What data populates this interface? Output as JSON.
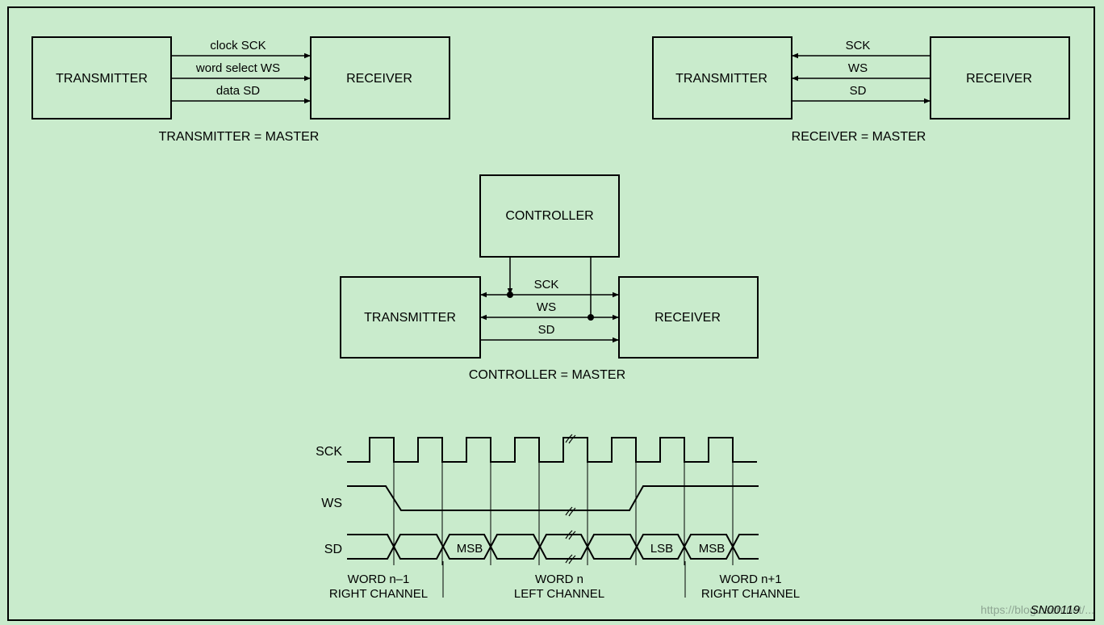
{
  "diagram_a": {
    "transmitter": "TRANSMITTER",
    "receiver": "RECEIVER",
    "signals": [
      "clock SCK",
      "word select WS",
      "data SD"
    ],
    "caption": "TRANSMITTER = MASTER"
  },
  "diagram_b": {
    "transmitter": "TRANSMITTER",
    "receiver": "RECEIVER",
    "signals": [
      "SCK",
      "WS",
      "SD"
    ],
    "caption": "RECEIVER = MASTER"
  },
  "diagram_c": {
    "controller": "CONTROLLER",
    "transmitter": "TRANSMITTER",
    "receiver": "RECEIVER",
    "signals": [
      "SCK",
      "WS",
      "SD"
    ],
    "caption": "CONTROLLER = MASTER"
  },
  "timing": {
    "signal_labels": [
      "SCK",
      "WS",
      "SD"
    ],
    "data_cells": [
      "MSB",
      "LSB",
      "MSB"
    ],
    "words": [
      {
        "line1": "WORD n–1",
        "line2": "RIGHT CHANNEL"
      },
      {
        "line1": "WORD n",
        "line2": "LEFT CHANNEL"
      },
      {
        "line1": "WORD n+1",
        "line2": "RIGHT CHANNEL"
      }
    ]
  },
  "figure_id": "SN00119",
  "watermark": "https://blog.csdn.net/..."
}
